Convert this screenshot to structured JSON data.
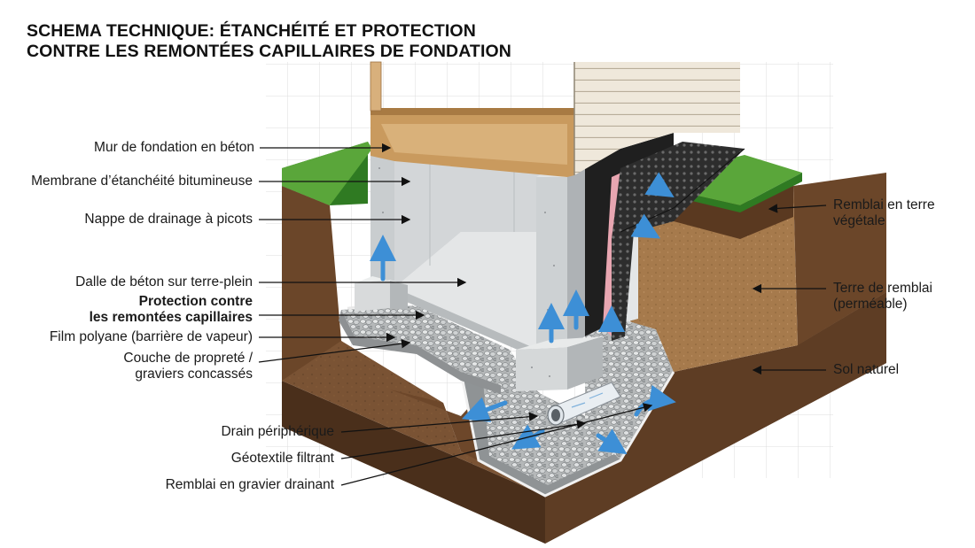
{
  "title": {
    "line1": "SCHEMA TECHNIQUE: ÉTANCHÉITÉ ET PROTECTION",
    "line2": "CONTRE LES REMONTÉES CAPILLAIRES DE FONDATION"
  },
  "labels_left": {
    "mur": "Mur de fondation en béton",
    "membrane": "Membrane d’étanchéité bitumineuse",
    "nappe": "Nappe de drainage à picots",
    "dalle": "Dalle de béton sur terre-plein",
    "protection_1": "Protection contre",
    "protection_2": "les remontées capillaires",
    "film": "Film polyane (barrière de vapeur)",
    "proprete_1": "Couche de propreté /",
    "proprete_2": "graviers concassés",
    "drain": "Drain périphérique",
    "geotextile": "Géotextile filtrant",
    "remblai_gravier": "Remblai en gravier drainant"
  },
  "labels_right": {
    "vegetale_1": "Remblai en terre",
    "vegetale_2": "végétale",
    "remblai_1": "Terre de remblai",
    "remblai_2": "(perméable)",
    "sol": "Sol naturel"
  },
  "colors": {
    "soil_dark": "#5a3a22",
    "soil_mid": "#7a5334",
    "backfill": "#a97c4d",
    "grass": "#4f9a34",
    "concrete": "#cfd2d3",
    "membrane": "#2b2b2b",
    "membrane_pink": "#e7a7b1",
    "gravel": "#b9bcbd",
    "arrow_blue": "#3d8fd6",
    "siding": "#ece4d6",
    "wood": "#c99a5e"
  }
}
